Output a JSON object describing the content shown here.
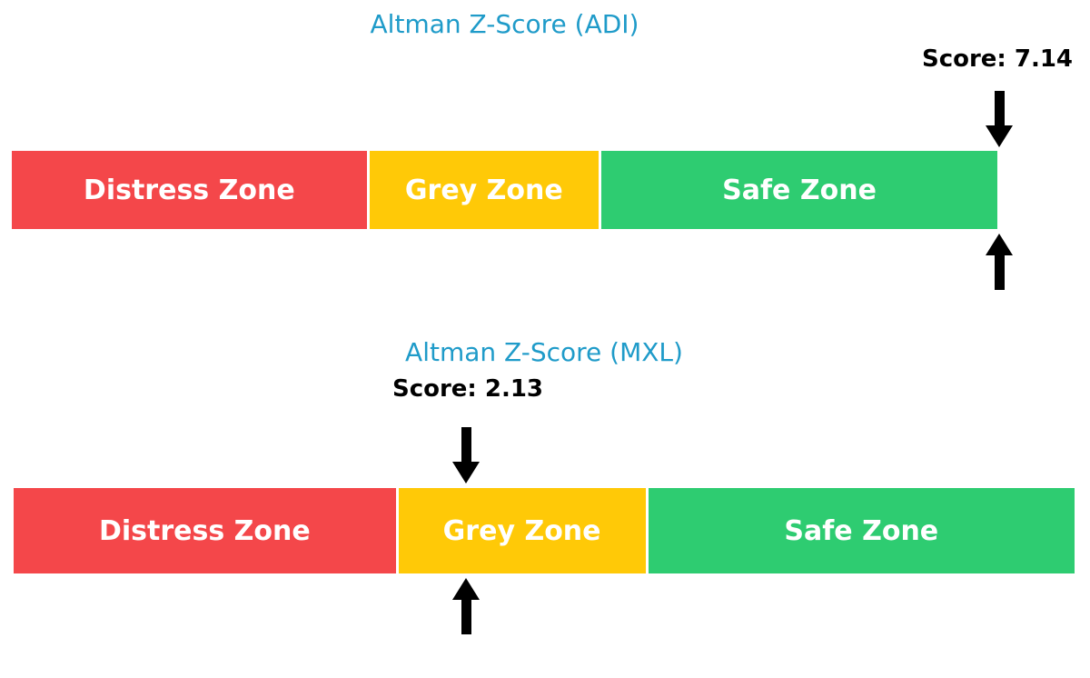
{
  "colors": {
    "title": "#1F9BC9",
    "distress": "#F4474A",
    "grey": "#FFC907",
    "safe": "#2ECC71",
    "zone_label_text": "#FFFFFF",
    "score_text": "#000000",
    "arrow": "#000000",
    "background": "#FFFFFF"
  },
  "chart_data": [
    {
      "type": "bar",
      "title": "Altman Z-Score (ADI)",
      "title_color": "#1F9BC9",
      "score": 7.14,
      "score_label": "Score: 7.14",
      "zones": [
        {
          "label": "Distress Zone",
          "color": "#F4474A",
          "width_fraction": 0.362
        },
        {
          "label": "Grey Zone",
          "color": "#FFC907",
          "width_fraction": 0.234
        },
        {
          "label": "Safe Zone",
          "color": "#2ECC71",
          "width_fraction": 0.404
        }
      ],
      "marker_fraction": 1.0,
      "marker_style": "arrows-above-and-below",
      "legend": "none",
      "axes": "none"
    },
    {
      "type": "bar",
      "title": "Altman Z-Score (MXL)",
      "title_color": "#1F9BC9",
      "score": 2.13,
      "score_label": "Score: 2.13",
      "zones": [
        {
          "label": "Distress Zone",
          "color": "#F4474A",
          "width_fraction": 0.362
        },
        {
          "label": "Grey Zone",
          "color": "#FFC907",
          "width_fraction": 0.234
        },
        {
          "label": "Safe Zone",
          "color": "#2ECC71",
          "width_fraction": 0.404
        }
      ],
      "marker_fraction": 0.426,
      "marker_style": "arrows-above-and-below",
      "legend": "none",
      "axes": "none"
    }
  ]
}
